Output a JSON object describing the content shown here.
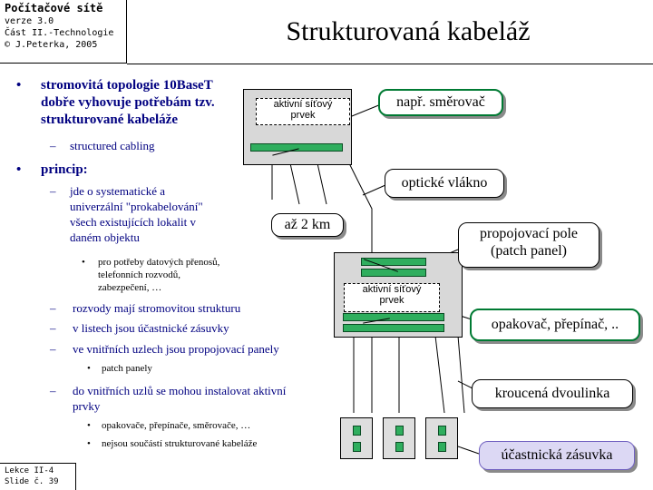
{
  "header": {
    "course": "Počítačové sítě",
    "version": "verze 3.0",
    "part": "Část II.-Technologie",
    "copyright": "© J.Peterka, 2005"
  },
  "title": "Strukturovaná kabeláž",
  "footer": {
    "lecture": "Lekce II-4",
    "slide": "Slide č. 39"
  },
  "bullets": {
    "b1_line1": "stromovitá topologie 10BaseT",
    "b1_line2": "dobře vyhovuje potřebám tzv.",
    "b1_line3": "strukturované kabeláže",
    "b1_sub": "structured cabling",
    "b2": "princip:",
    "b2_sub1_l1": "jde o  systematické a",
    "b2_sub1_l2": "univerzální \"prokabelování\"",
    "b2_sub1_l3": "všech existujících lokalit v",
    "b2_sub1_l4": "daném objektu",
    "b2_sub1_sub_l1": "pro potřeby datových přenosů,",
    "b2_sub1_sub_l2": "telefonních rozvodů,",
    "b2_sub1_sub_l3": "zabezpečení, …",
    "b2_sub2": "rozvody mají stromovitou strukturu",
    "b2_sub3": "v listech jsou účastnické zásuvky",
    "b2_sub4": "ve vnitřních uzlech jsou propojovací panely",
    "b2_sub4_sub": "patch panely",
    "b2_sub5_l1": "do vnitřních uzlů se mohou instalovat aktivní",
    "b2_sub5_l2": "prvky",
    "b2_sub5_sub1": "opakovače, přepínače, směrovače, …",
    "b2_sub5_sub2": "nejsou součástí strukturované kabeláže"
  },
  "diagram": {
    "device_label_l1": "aktivní síťový",
    "device_label_l2": "prvek",
    "callout_router": "např. směrovač",
    "callout_fiber": "optické vlákno",
    "callout_distance": "až 2 km",
    "callout_patch_l1": "propojovací pole",
    "callout_patch_l2": "(patch panel)",
    "callout_switch": "opakovač, přepínač, ..",
    "callout_twisted": "kroucená dvoulinka",
    "callout_socket": "účastnická zásuvka"
  }
}
